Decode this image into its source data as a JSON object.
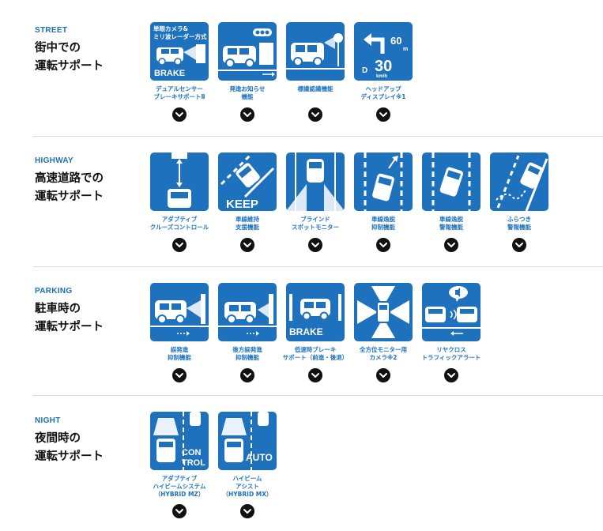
{
  "colors": {
    "accent": "#1e72bd",
    "category": "#1f6fb5",
    "heading": "#111111",
    "expand": "#111111"
  },
  "sections": [
    {
      "category": "STREET",
      "heading": [
        "街中での",
        "運転サポート"
      ],
      "features": [
        {
          "icon": "dual-sensor-brake-icon",
          "icon_texts": [
            "単眼カメラ&",
            "ミリ波レーダー方式",
            "BRAKE"
          ],
          "label": [
            "デュアルセンサー",
            "ブレーキサポートⅡ"
          ]
        },
        {
          "icon": "departure-notice-icon",
          "icon_texts": [],
          "label": [
            "発進お知らせ",
            "機能"
          ]
        },
        {
          "icon": "sign-recognition-icon",
          "icon_texts": [],
          "label": [
            "標識認識機能"
          ]
        },
        {
          "icon": "head-up-display-icon",
          "icon_texts": [
            "60",
            "m",
            "30",
            "km/h",
            "D"
          ],
          "label": [
            "ヘッドアップ",
            "ディスプレイ※1"
          ]
        }
      ]
    },
    {
      "category": "HIGHWAY",
      "heading": [
        "高速道路での",
        "運転サポート"
      ],
      "features": [
        {
          "icon": "adaptive-cruise-icon",
          "icon_texts": [],
          "label": [
            "アダプティブ",
            "クルーズコントロール"
          ]
        },
        {
          "icon": "lane-keep-icon",
          "icon_texts": [
            "KEEP"
          ],
          "label": [
            "車線維持",
            "支援機能"
          ]
        },
        {
          "icon": "blind-spot-monitor-icon",
          "icon_texts": [],
          "label": [
            "ブラインド",
            "スポットモニター"
          ]
        },
        {
          "icon": "lane-departure-prevention-icon",
          "icon_texts": [],
          "label": [
            "車線逸脱",
            "抑制機能"
          ]
        },
        {
          "icon": "lane-departure-warning-icon",
          "icon_texts": [],
          "label": [
            "車線逸脱",
            "警報機能"
          ]
        },
        {
          "icon": "wobble-warning-icon",
          "icon_texts": [],
          "label": [
            "ふらつき",
            "警報機能"
          ]
        }
      ]
    },
    {
      "category": "PARKING",
      "heading": [
        "駐車時の",
        "運転サポート"
      ],
      "features": [
        {
          "icon": "misstart-prevention-icon",
          "icon_texts": [],
          "label": [
            "誤発進",
            "抑制機能"
          ]
        },
        {
          "icon": "rear-misstart-prevention-icon",
          "icon_texts": [],
          "label": [
            "後方誤発進",
            "抑制機能"
          ]
        },
        {
          "icon": "low-speed-brake-icon",
          "icon_texts": [
            "BRAKE"
          ],
          "label": [
            "低速時ブレーキ",
            "サポート（前進・後退）"
          ]
        },
        {
          "icon": "all-around-camera-icon",
          "icon_texts": [],
          "label": [
            "全方位モニター用",
            "カメラ※2"
          ]
        },
        {
          "icon": "rear-cross-traffic-icon",
          "icon_texts": [],
          "label": [
            "リヤクロス",
            "トラフィックアラート"
          ]
        }
      ]
    },
    {
      "category": "NIGHT",
      "heading": [
        "夜間時の",
        "運転サポート"
      ],
      "features": [
        {
          "icon": "adaptive-high-beam-icon",
          "icon_texts": [
            "CON",
            "TROL"
          ],
          "label": [
            "アダプティブ",
            "ハイビームシステム",
            "（HYBRID MZ）"
          ]
        },
        {
          "icon": "high-beam-assist-icon",
          "icon_texts": [
            "AUTO"
          ],
          "label": [
            "ハイビーム",
            "アシスト",
            "（HYBRID MX）"
          ]
        }
      ]
    }
  ]
}
